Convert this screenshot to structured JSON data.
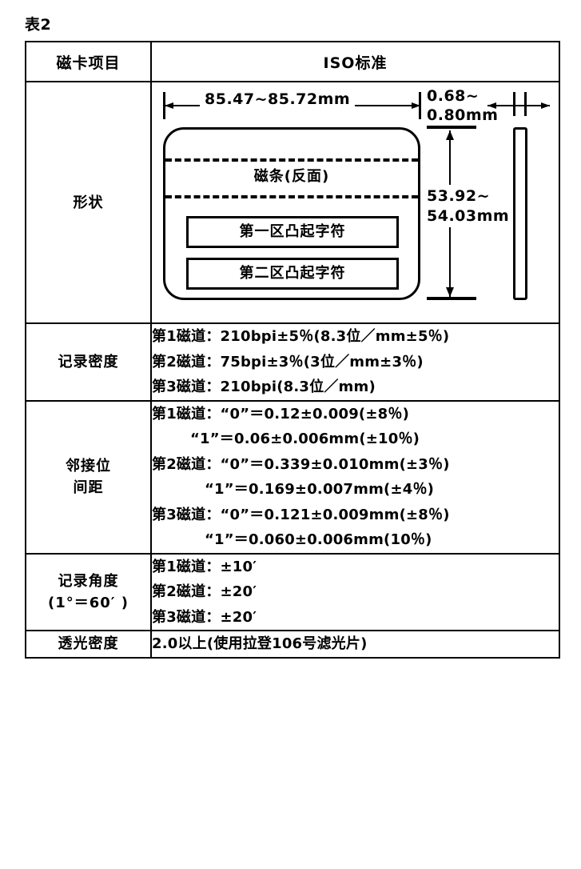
{
  "caption": "表2",
  "table": {
    "header": {
      "col1": "磁卡项目",
      "col2": "ISO标准"
    },
    "rows": {
      "shape": {
        "label": "形状",
        "diagram": {
          "width_dim": "85.47~85.72mm",
          "thickness_dim_line1": "0.68~",
          "thickness_dim_line2": "0.80mm",
          "height_dim_line1": "53.92~",
          "height_dim_line2": "54.03mm",
          "stripe_label": "磁条(反面)",
          "emboss_zone_1": "第一区凸起字符",
          "emboss_zone_2": "第二区凸起字符"
        }
      },
      "density": {
        "label": "记录密度",
        "lines": [
          "第1磁道：210bpi±5％(8.3位／mm±5％)",
          "第2磁道：75bpi±3％(3位／mm±3％)",
          "第3磁道：210bpi(8.3位／mm)"
        ]
      },
      "bit_spacing": {
        "label_line1": "邻接位",
        "label_line2": "间距",
        "lines": [
          "第1磁道：“0”＝0.12±0.009(±8％)",
          "“1”＝0.06±0.006mm(±10％)",
          "第2磁道：“0”＝0.339±0.010mm(±3％)",
          "“1”＝0.169±0.007mm(±4％)",
          "第3磁道：“0”＝0.121±0.009mm(±8％)",
          "“1”＝0.060±0.006mm(10％)"
        ]
      },
      "angle": {
        "label_line1": "记录角度",
        "label_line2": "(1°＝60′ )",
        "lines": [
          "第1磁道：±10′",
          "第2磁道：±20′",
          "第3磁道：±20′"
        ]
      },
      "optical_density": {
        "label": "透光密度",
        "value": "2.0以上(使用拉登106号滤光片)"
      }
    }
  }
}
